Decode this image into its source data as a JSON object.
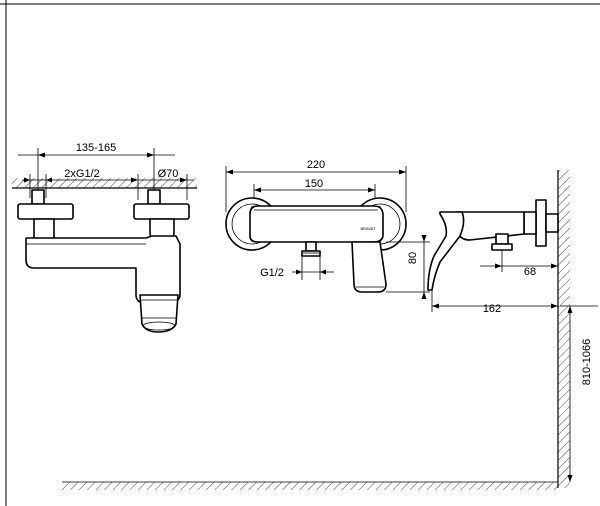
{
  "dimensions": {
    "left_spacing": "135-165",
    "left_thread": "2xG1/2",
    "left_diameter": "Ø70",
    "front_width": "220",
    "front_spacing": "150",
    "front_outlet": "G1/2",
    "front_height": "80",
    "side_depth": "68",
    "side_projection": "162",
    "mount_height": "810-1066"
  }
}
